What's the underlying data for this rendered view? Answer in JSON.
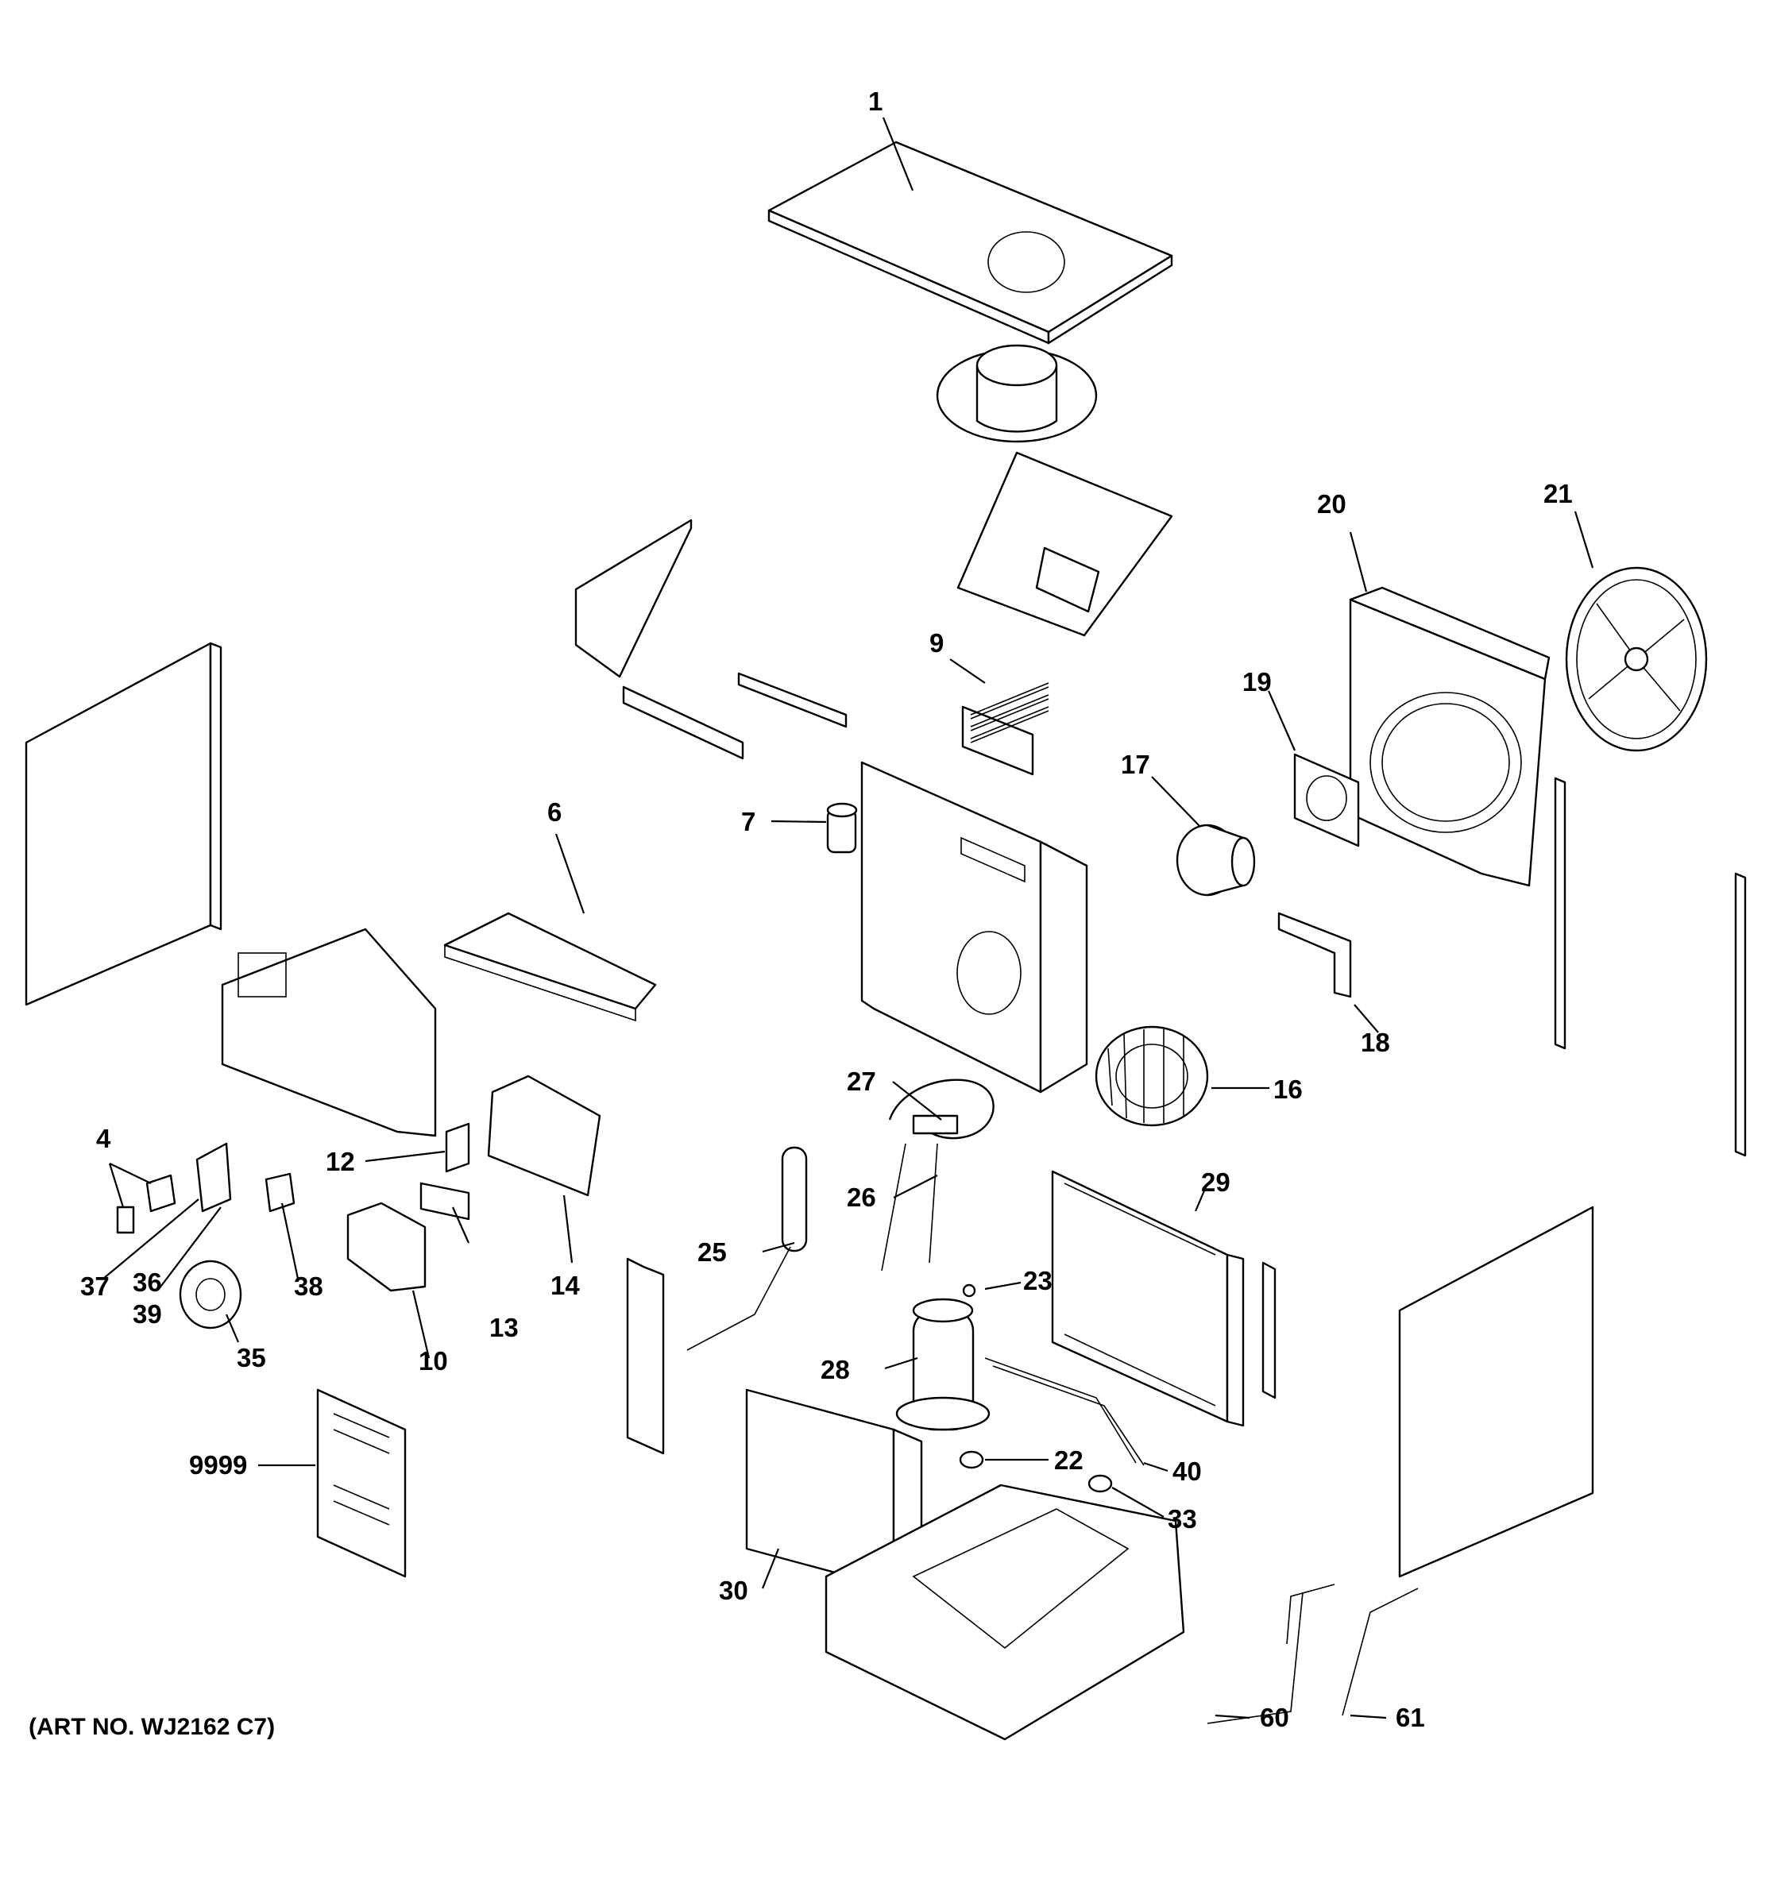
{
  "art_number": "(ART NO. WJ2162 C7)",
  "callouts": {
    "p1": "1",
    "p4": "4",
    "p6": "6",
    "p7": "7",
    "p9": "9",
    "p10": "10",
    "p12": "12",
    "p13": "13",
    "p14": "14",
    "p16": "16",
    "p17": "17",
    "p18": "18",
    "p19": "19",
    "p20": "20",
    "p21": "21",
    "p22": "22",
    "p23": "23",
    "p25": "25",
    "p26": "26",
    "p27": "27",
    "p28": "28",
    "p29": "29",
    "p30": "30",
    "p33": "33",
    "p35": "35",
    "p36": "36",
    "p37": "37",
    "p38": "38",
    "p39": "39",
    "p40": "40",
    "p60": "60",
    "p61": "61",
    "p9999": "9999"
  }
}
